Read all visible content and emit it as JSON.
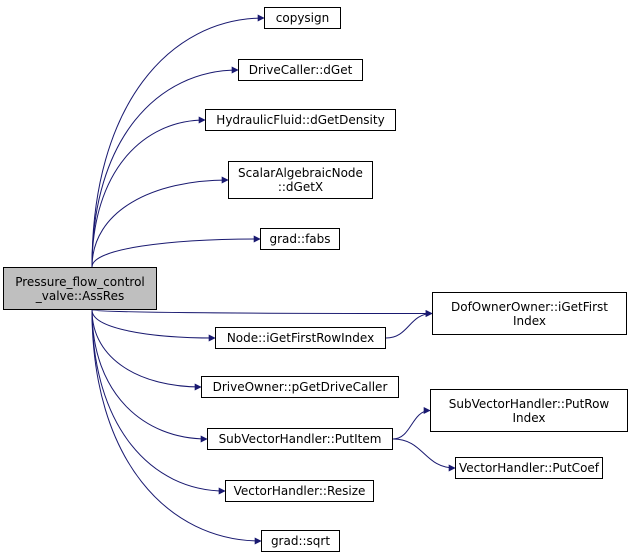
{
  "colors": {
    "edge": "#191970",
    "root_fill": "#bfbfbf",
    "node_fill": "#ffffff",
    "border": "#000000"
  },
  "nodes": {
    "root": {
      "lines": [
        "Pressure_flow_control",
        "_valve::AssRes"
      ]
    },
    "copysign": {
      "lines": [
        "copysign"
      ]
    },
    "dget": {
      "lines": [
        "DriveCaller::dGet"
      ]
    },
    "density": {
      "lines": [
        "HydraulicFluid::dGetDensity"
      ]
    },
    "dgetx": {
      "lines": [
        "ScalarAlgebraicNode",
        "::dGetX"
      ]
    },
    "fabs": {
      "lines": [
        "grad::fabs"
      ]
    },
    "firstindex": {
      "lines": [
        "DofOwnerOwner::iGetFirst",
        "Index"
      ]
    },
    "rowindex": {
      "lines": [
        "Node::iGetFirstRowIndex"
      ]
    },
    "pgetdrive": {
      "lines": [
        "DriveOwner::pGetDriveCaller"
      ]
    },
    "putrowindex": {
      "lines": [
        "SubVectorHandler::PutRow",
        "Index"
      ]
    },
    "putitem": {
      "lines": [
        "SubVectorHandler::PutItem"
      ]
    },
    "putcoef": {
      "lines": [
        "VectorHandler::PutCoef"
      ]
    },
    "resize": {
      "lines": [
        "VectorHandler::Resize"
      ]
    },
    "sqrt": {
      "lines": [
        "grad::sqrt"
      ]
    }
  },
  "edges": [
    [
      "root",
      "copysign"
    ],
    [
      "root",
      "dget"
    ],
    [
      "root",
      "density"
    ],
    [
      "root",
      "dgetx"
    ],
    [
      "root",
      "fabs"
    ],
    [
      "root",
      "firstindex"
    ],
    [
      "root",
      "rowindex"
    ],
    [
      "root",
      "pgetdrive"
    ],
    [
      "root",
      "putitem"
    ],
    [
      "root",
      "resize"
    ],
    [
      "root",
      "sqrt"
    ],
    [
      "rowindex",
      "firstindex"
    ],
    [
      "putitem",
      "putrowindex"
    ],
    [
      "putitem",
      "putcoef"
    ]
  ]
}
